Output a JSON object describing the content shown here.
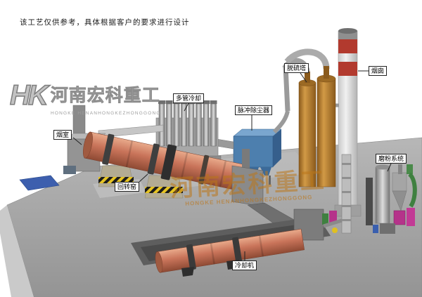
{
  "disclaimer": "该工艺仅供参考，具体根据客户的要求进行设计",
  "logo": {
    "mark": "HK",
    "name": "河南宏科重工",
    "caption": "HONGKE HENANHONGKEZHONGGONG"
  },
  "watermark": {
    "name": "河南宏科重工",
    "caption": "HONGKE HENANHONGKEZHONGGONG"
  },
  "labels": {
    "smoke_chamber": "烟室",
    "rotary_kiln": "回转窑",
    "multi_tube_cooler": "多管冷却",
    "pulse_dust_collector": "脉冲除尘器",
    "desulfurization_tower": "脱硫塔",
    "chimney": "烟囱",
    "grinding_system": "磨粉系统",
    "cooling_machine": "冷却机"
  },
  "colors": {
    "kiln_body": "#c9745a",
    "dust_collector": "#4d7fae",
    "desulfurization_tower": "#c08a38",
    "chimney_band": "#b23a2e",
    "platform": "#a8a8a8",
    "hazard_yellow": "#e6c322",
    "watermark_amber": "#bc761a",
    "blue_panel": "#3d5fae"
  }
}
